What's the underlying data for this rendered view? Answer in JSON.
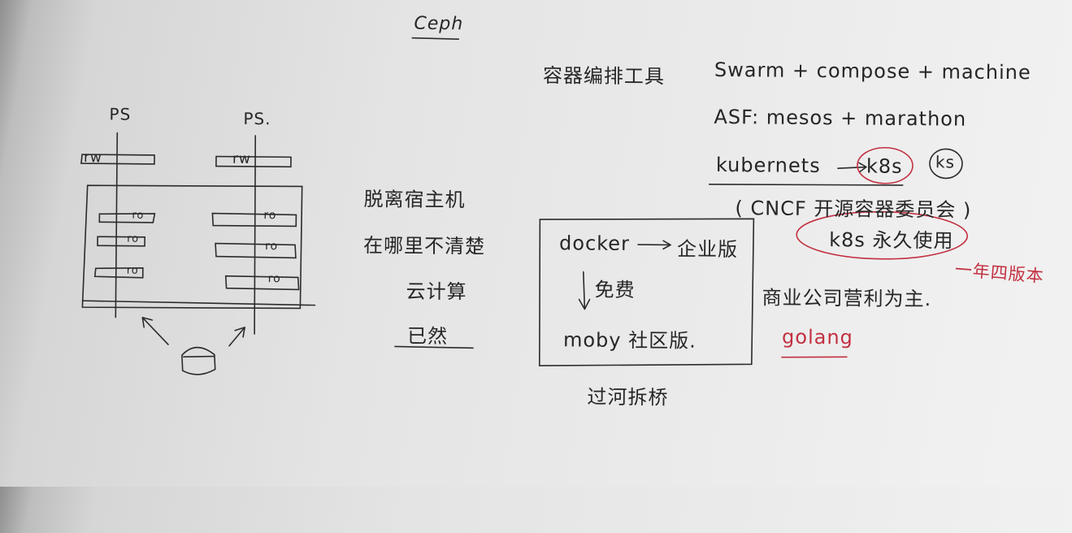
{
  "title": "Ceph",
  "left_diagram": {
    "ps_left": "PS",
    "ps_right": "PS.",
    "rw_left": "rw",
    "rw_right": "rw",
    "ro_labels": [
      "ro",
      "ro",
      "ro",
      "ro",
      "ro",
      "ro"
    ]
  },
  "middle_notes": [
    "脱离宿主机",
    "在哪里不清楚",
    "云计算",
    "已然"
  ],
  "orchestration": {
    "heading": "容器编排工具",
    "line1": "Swarm + compose + machine",
    "line2": "ASF:  mesos + marathon",
    "line3_a": "kubernets",
    "line3_b": "k8s",
    "line3_c": "ks",
    "line4": "( CNCF 开源容器委员会 )",
    "line5": "k8s 永久使用"
  },
  "docker_box": {
    "row1_left": "docker",
    "row1_right": "企业版",
    "row2": "免费",
    "row3": "moby  社区版."
  },
  "below_box": "过河拆桥",
  "right_notes": {
    "commercial": "商业公司营利为主.",
    "release": "一年四版本",
    "golang": "golang"
  },
  "colors": {
    "ink": "#262626",
    "red": "#c23040"
  }
}
